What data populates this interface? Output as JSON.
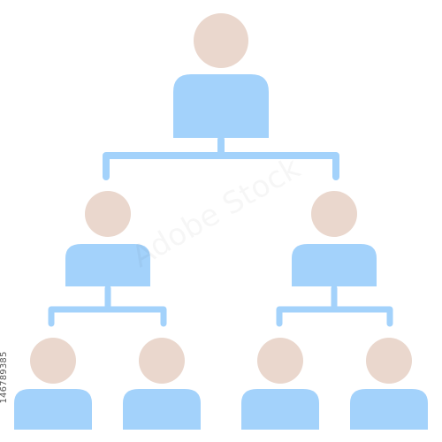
{
  "stock_id": "146789385",
  "watermark": "Adobe Stock",
  "colors": {
    "head": "#ead7cd",
    "body": "#a3d2fb",
    "connector": "#a3d2fb",
    "background": "#ffffff",
    "watermark_text": "#555555"
  },
  "icons": {
    "person": "person-icon",
    "connector": "org-chart-connector"
  },
  "hierarchy": {
    "root": "person",
    "level_1": [
      "person",
      "person"
    ],
    "level_2": [
      "person",
      "person",
      "person",
      "person"
    ]
  }
}
